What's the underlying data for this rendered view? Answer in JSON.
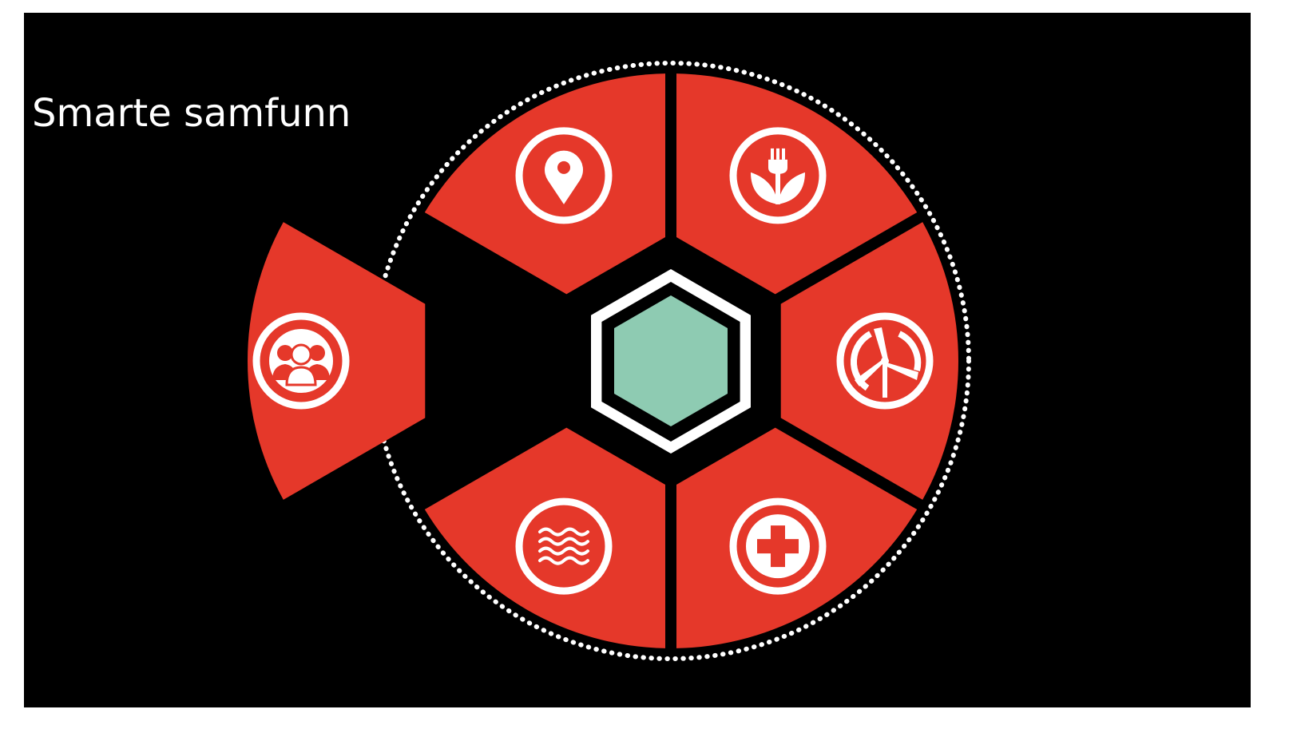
{
  "title": "Smarte samfunn",
  "colors": {
    "background": "#000000",
    "segment": "#e5382a",
    "center_hex": "#8ecbb2",
    "outline": "#ffffff"
  },
  "segments": [
    {
      "id": "location",
      "icon": "location-pin-icon",
      "expanded": false
    },
    {
      "id": "eco-energy",
      "icon": "plant-plug-icon",
      "expanded": false
    },
    {
      "id": "wind-power",
      "icon": "wind-turbine-icon",
      "expanded": false
    },
    {
      "id": "health",
      "icon": "medical-cross-icon",
      "expanded": false
    },
    {
      "id": "water",
      "icon": "water-waves-icon",
      "expanded": false
    },
    {
      "id": "people",
      "icon": "people-group-icon",
      "expanded": true
    }
  ]
}
